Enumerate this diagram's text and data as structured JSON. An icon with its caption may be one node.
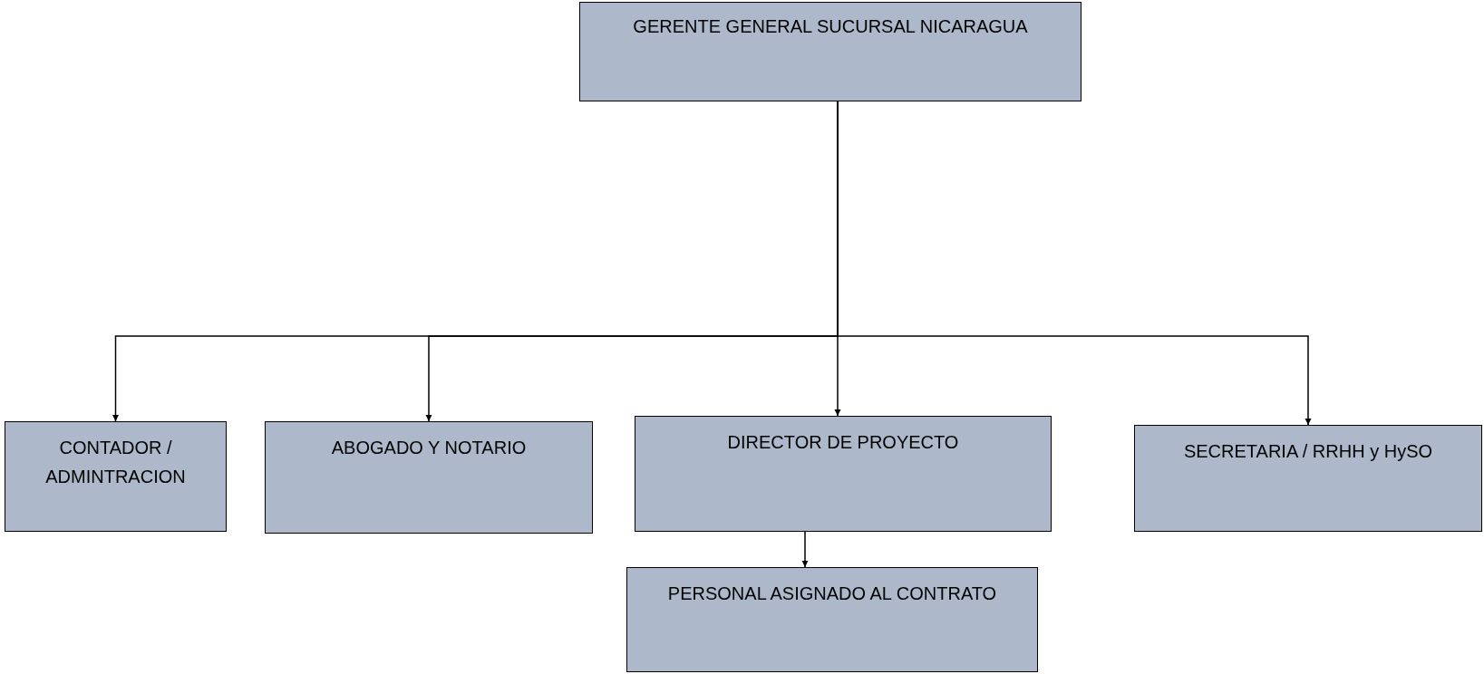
{
  "diagram": {
    "nodes": [
      {
        "text": [
          "GERENTE GENERAL SUCURSAL NICARAGUA"
        ]
      },
      {
        "text": [
          "CONTADOR / ADMINTRACION"
        ]
      },
      {
        "text": [
          "ABOGADO Y NOTARIO"
        ]
      },
      {
        "text": [
          "DIRECTOR DE PROYECTO"
        ]
      },
      {
        "text": [
          "SECRETARIA / RRHH y HySO"
        ]
      },
      {
        "text": [
          "PERSONAL ASIGNADO AL CONTRATO"
        ]
      }
    ],
    "edges": [
      {
        "from": 0,
        "to": 1,
        "arrow": "to"
      },
      {
        "from": 0,
        "to": 2,
        "arrow": "to"
      },
      {
        "from": 0,
        "to": 3,
        "arrow": "to"
      },
      {
        "from": 0,
        "to": 4,
        "arrow": "to"
      },
      {
        "from": 3,
        "to": 5,
        "arrow": "to"
      }
    ]
  }
}
